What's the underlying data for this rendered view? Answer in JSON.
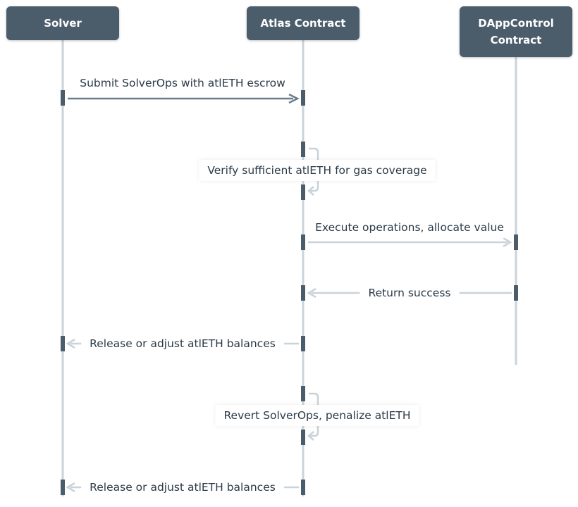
{
  "participants": [
    {
      "id": "solver",
      "label": "Solver"
    },
    {
      "id": "atlas",
      "label": "Atlas Contract"
    },
    {
      "id": "dapp",
      "label": "DAppControl\nContract"
    }
  ],
  "messages": [
    {
      "from": "solver",
      "to": "atlas",
      "text": "Submit SolverOps with atlETH escrow",
      "style": "solid"
    },
    {
      "from": "atlas",
      "to": "atlas",
      "text": "Verify sufficient atlETH for gas coverage",
      "style": "self"
    },
    {
      "from": "atlas",
      "to": "dapp",
      "text": "Execute operations, allocate value",
      "style": "light"
    },
    {
      "from": "dapp",
      "to": "atlas",
      "text": "Return success",
      "style": "light"
    },
    {
      "from": "atlas",
      "to": "solver",
      "text": "Release or adjust atlETH balances",
      "style": "light"
    },
    {
      "from": "atlas",
      "to": "atlas",
      "text": "Revert SolverOps, penalize atlETH",
      "style": "self"
    },
    {
      "from": "atlas",
      "to": "solver",
      "text": "Release or adjust atlETH balances",
      "style": "light"
    }
  ]
}
